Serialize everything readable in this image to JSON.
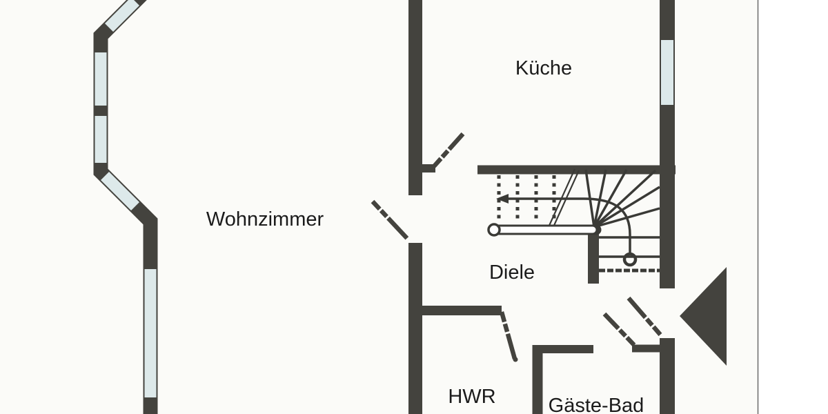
{
  "plan": {
    "kind": "floor-plan",
    "language": "de"
  },
  "rooms": [
    {
      "id": "kueche",
      "label": "Küche"
    },
    {
      "id": "wohnzimmer",
      "label": "Wohnzimmer"
    },
    {
      "id": "diele",
      "label": "Diele"
    },
    {
      "id": "hwr",
      "label": "HWR"
    },
    {
      "id": "gaeste_bad",
      "label": "Gäste-Bad"
    }
  ],
  "symbols": {
    "entrance_arrow": "left-pointing solid triangle at entrance door",
    "staircase": "quarter-turn winder stair with walk line, arrow and start circle",
    "windows": "light glazing panes set into dark walls (bay window at left, kitchen window at right)"
  },
  "colors": {
    "wall": "#44433e",
    "line": "#3a3a36",
    "window_pane": "#dde9ea",
    "background": "#fbfbf8",
    "page": "#ffffff",
    "border": "#6a6a6a",
    "text": "#1b1b1b"
  }
}
